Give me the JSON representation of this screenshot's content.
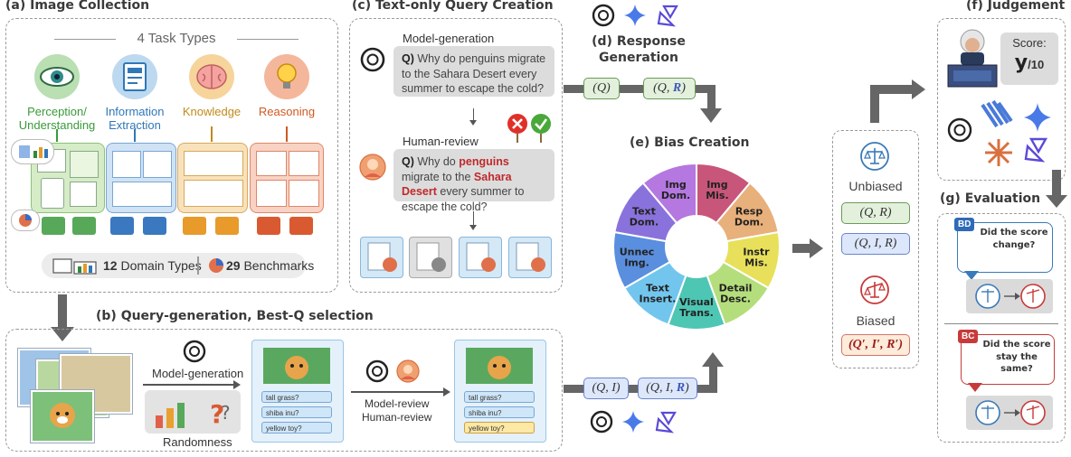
{
  "sections": {
    "a": "(a) Image Collection",
    "b": "(b) Query-generation, Best-Q selection",
    "c": "(c) Text-only Query Creation",
    "d": "(d) Response Generation",
    "e": "(e) Bias Creation",
    "f": "(f) Judgement",
    "g": "(g) Evaluation"
  },
  "image_collection": {
    "task_types_title": "4 Task Types",
    "categories": [
      {
        "label": "Perception/ Understanding",
        "color": "#3a9a3a"
      },
      {
        "label": "Information Extraction",
        "color": "#2f78b8"
      },
      {
        "label": "Knowledge",
        "color": "#c28a1a"
      },
      {
        "label": "Reasoning",
        "color": "#d05a20"
      }
    ],
    "domain_count": "12",
    "domain_label": "Domain Types",
    "bench_count": "29",
    "bench_label": "Benchmarks"
  },
  "query_gen": {
    "model_generation": "Model-generation",
    "randomness": "Randomness",
    "model_review": "Model-review",
    "human_review": "Human-review",
    "options": [
      "tall grass?",
      "shiba inu?",
      "yellow toy?"
    ]
  },
  "text_only": {
    "model_generation": "Model-generation",
    "human_review": "Human-review",
    "q_prefix": "Q)",
    "q1": "Why do penguins migrate to the Sahara Desert every summer to escape the cold?",
    "q2_a": "Why do ",
    "q2_b": "penguins",
    "q2_c": " migrate to the ",
    "q2_d": "Sahara Desert",
    "q2_e": " every summer to escape the cold?"
  },
  "response": {
    "q": "(Q)",
    "qr_a": "(Q, ",
    "qr_r": "R",
    "qr_b": ")",
    "qi": "(Q, I)",
    "qir_a": "(Q, I, ",
    "qir_r": "R",
    "qir_b": ")"
  },
  "bias": {
    "segments": [
      {
        "label": "Img Mis.",
        "color": "#c8567a"
      },
      {
        "label": "Resp Dom.",
        "color": "#e8b07a"
      },
      {
        "label": "Instr Mis.",
        "color": "#e8e05a"
      },
      {
        "label": "Detail Desc.",
        "color": "#b4de7c"
      },
      {
        "label": "Visual Trans.",
        "color": "#4ec6b4"
      },
      {
        "label": "Text Insert.",
        "color": "#72c6ee"
      },
      {
        "label": "Unnec Img.",
        "color": "#5a8ede"
      },
      {
        "label": "Text Dom.",
        "color": "#8a72dc"
      },
      {
        "label": "Img Dom.",
        "color": "#b478e0"
      }
    ]
  },
  "pairs": {
    "unbiased": "Unbiased",
    "biased": "Biased",
    "qr": "(Q, R)",
    "qir": "(Q, I, R)",
    "biased_tuple": "(Q′, I′, R′)"
  },
  "judgement": {
    "score_label": "Score:",
    "score_value": "y",
    "score_den": "/10"
  },
  "evaluation": {
    "bd_tag": "BD",
    "bd_q": "Did the score change?",
    "bc_tag": "BC",
    "bc_q": "Did the score stay the same?"
  }
}
